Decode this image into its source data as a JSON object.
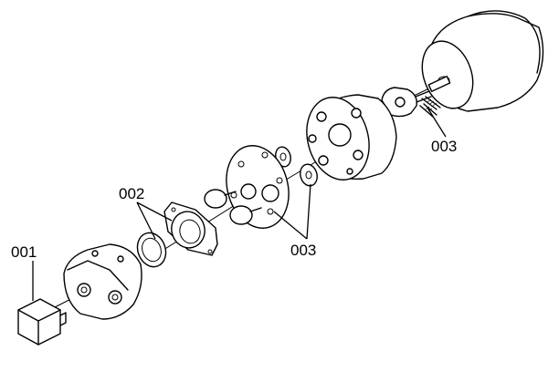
{
  "callouts": {
    "part_001": "001",
    "part_002": "002",
    "part_003_lower": "003",
    "part_003_upper": "003"
  },
  "colors": {
    "line": "#000000",
    "background": "#ffffff"
  }
}
